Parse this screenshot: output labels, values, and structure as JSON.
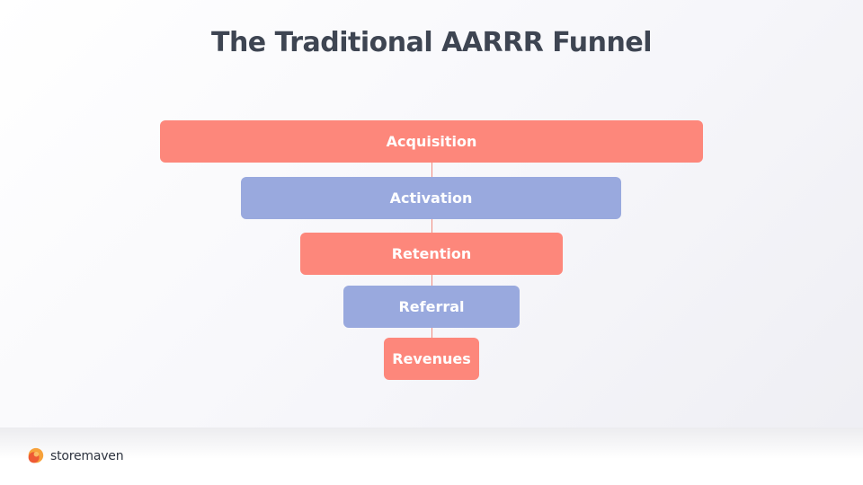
{
  "title": "The Traditional AARRR Funnel",
  "stages": [
    {
      "label": "Acquisition"
    },
    {
      "label": "Activation"
    },
    {
      "label": "Retention"
    },
    {
      "label": "Referral"
    },
    {
      "label": "Revenues"
    }
  ],
  "colors": {
    "coral": "#fd877b",
    "blue": "#99a9de",
    "title": "#3e4552",
    "logo_orange": "#f7a23b",
    "logo_red": "#ee5a34"
  },
  "brand": {
    "name": "storemaven",
    "icon": "storemaven-logo-icon"
  }
}
